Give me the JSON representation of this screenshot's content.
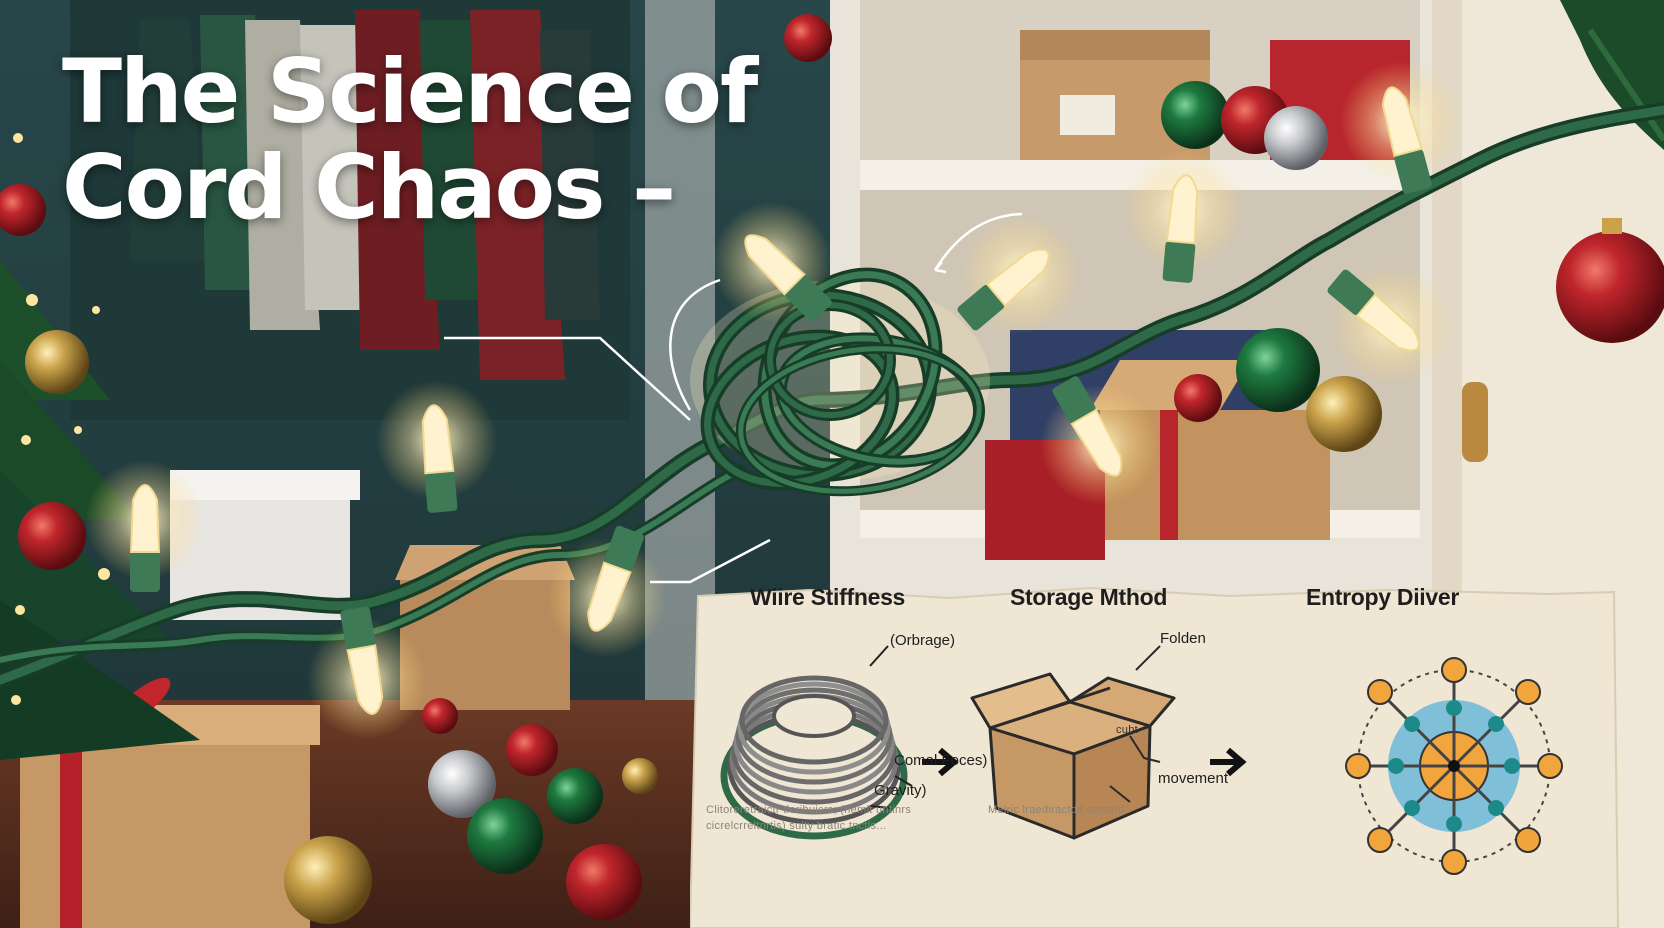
{
  "title": {
    "line1": "The Science of",
    "line2": "Cord Chaos –"
  },
  "panel": {
    "columns": [
      {
        "heading": "Wiire Stiffness",
        "labels": [
          "(Orbrage)",
          "Comal Foces)",
          "Gravity)"
        ],
        "caption": [
          "Clitoreretraictr tleribuicrs; (hemit untinrs",
          "cicrelcrreltnrtis) sulty bratic tnctls..."
        ],
        "icon": "coiled-wire-icon"
      },
      {
        "heading": "Storage Mthod",
        "labels": [
          "Folden",
          "cubt",
          "movement"
        ],
        "caption": [
          "Melric lraediractdit svoterd"
        ],
        "icon": "cardboard-box-icon"
      },
      {
        "heading": "Entropy Diiver",
        "labels": [],
        "caption": [],
        "icon": "entropy-network-icon"
      }
    ],
    "arrows": [
      "right-arrow-icon",
      "right-arrow-icon"
    ]
  },
  "colors": {
    "cord": "#2f6a48",
    "bulb_glow": "#fff6d6",
    "ornament_red": "#b3202a",
    "ornament_green": "#1d6b3a",
    "gold": "#c9a24a",
    "wall": "#2c4a4a",
    "paper": "#efe6d4",
    "node_orange": "#f2a53c",
    "node_teal": "#1d8a8a"
  }
}
